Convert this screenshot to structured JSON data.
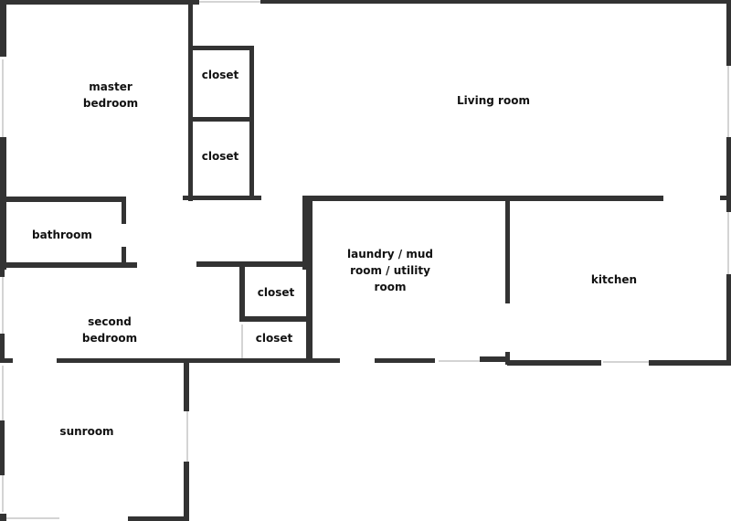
{
  "colors": {
    "wall": "#333333",
    "window": "#a9a9a9",
    "label": "#111111",
    "background": "#ffffff"
  },
  "rooms": {
    "master_bedroom": [
      "master",
      "bedroom"
    ],
    "closet_1": "closet",
    "closet_2": "closet",
    "living_room": "Living room",
    "bathroom": "bathroom",
    "laundry": [
      "laundry / mud",
      "room / utility",
      "room"
    ],
    "kitchen": "kitchen",
    "closet_3": "closet",
    "closet_4": "closet",
    "second_bedroom": [
      "second",
      "bedroom"
    ],
    "sunroom": "sunroom"
  }
}
